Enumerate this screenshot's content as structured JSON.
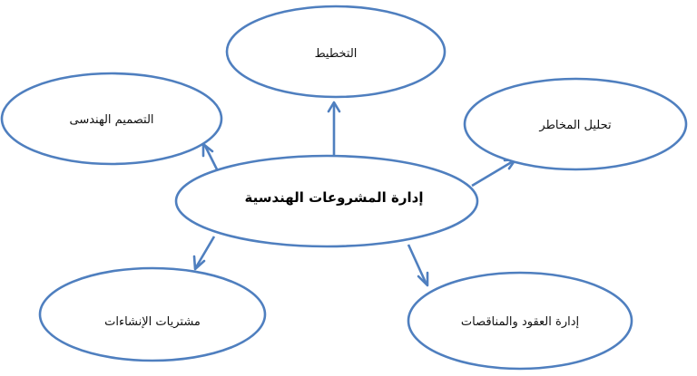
{
  "center": {
    "label": "إدارة المشروعات الهندسية"
  },
  "nodes": {
    "planning": {
      "label": "التخطيط"
    },
    "design": {
      "label": "التصميم الهندسى"
    },
    "risk": {
      "label": "تحليل المخاطر"
    },
    "procurement": {
      "label": "مشتريات الإنشاءات"
    },
    "contracts": {
      "label": "إدارة العقود والمناقصات"
    }
  },
  "colors": {
    "stroke": "#4f7fbf",
    "text": "#111111"
  }
}
